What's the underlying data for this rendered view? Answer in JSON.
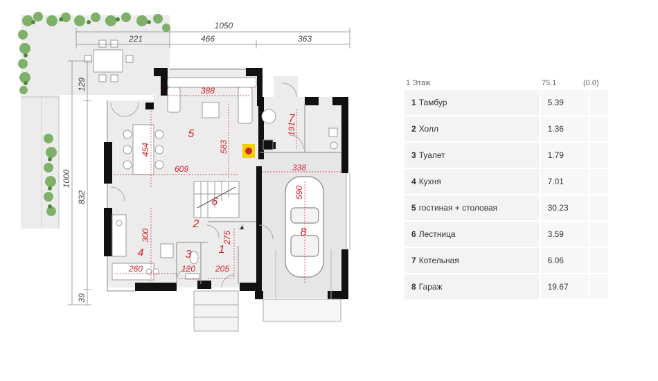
{
  "plan": {
    "dims": {
      "total_width": "1050",
      "seg1": "221",
      "seg2": "466",
      "seg3": "363",
      "v_total": "1000",
      "v_129": "129",
      "v_832": "832",
      "v_39": "39"
    },
    "room_dims": {
      "d388": "388",
      "d454": "454",
      "d583": "583",
      "d609": "609",
      "d191": "191",
      "d338": "338",
      "d590": "590",
      "d300": "300",
      "d260": "260",
      "d120": "120",
      "d205": "205",
      "d275": "275"
    },
    "room_numbers": [
      "1",
      "2",
      "3",
      "4",
      "5",
      "6",
      "7",
      "8"
    ]
  },
  "table": {
    "floor_label": "1 Этаж",
    "floor_total": "75.1",
    "floor_extra": "(0.0)",
    "rows": [
      {
        "num": "1",
        "name": "Тамбур",
        "area": "5.39"
      },
      {
        "num": "2",
        "name": "Холл",
        "area": "1.36"
      },
      {
        "num": "3",
        "name": "Туалет",
        "area": "1.79"
      },
      {
        "num": "4",
        "name": "Кухня",
        "area": "7.01"
      },
      {
        "num": "5",
        "name": "гостиная + столовая",
        "area": "30.23"
      },
      {
        "num": "6",
        "name": "Лестница",
        "area": "3.59"
      },
      {
        "num": "7",
        "name": "Котельная",
        "area": "6.06"
      },
      {
        "num": "8",
        "name": "Гараж",
        "area": "19.67"
      }
    ]
  }
}
